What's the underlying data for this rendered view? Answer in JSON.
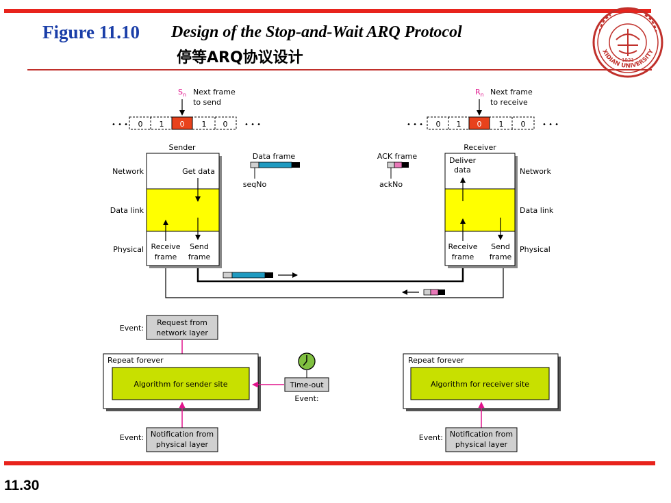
{
  "header": {
    "figure_label": "Figure 11.10",
    "title": "Design of the Stop-and-Wait ARQ Protocol",
    "title_cn": "停等ARQ协议设计"
  },
  "logo": {
    "year": "1931",
    "text": "XIDIAN UNIVERSITY"
  },
  "page_number": "11.30",
  "colors": {
    "top_rule": "#e8231c",
    "bottom_rule": "#e8231c",
    "title_blue": "#1a3ea8",
    "logo_red": "#c0302b",
    "window_current": "#e8421c",
    "data_link_yellow": "#ffff00",
    "algorithm_green": "#c8e000",
    "arrow_magenta": "#e0148c",
    "frame_blue": "#1f9ac0",
    "frame_pink": "#e878b8",
    "event_box_gray": "#d0d0d0",
    "clock_green": "#80c040"
  },
  "sender_window": {
    "var_base": "S",
    "var_sub": "n",
    "label_line1": "Next frame",
    "label_line2": "to send",
    "cells": [
      "0",
      "1",
      "0",
      "1",
      "0"
    ],
    "ellipsis": "• • •"
  },
  "receiver_window": {
    "var_base": "R",
    "var_sub": "n",
    "label_line1": "Next frame",
    "label_line2": "to receive",
    "cells": [
      "0",
      "1",
      "0",
      "1",
      "0"
    ],
    "ellipsis": "• • •"
  },
  "sender": {
    "title": "Sender",
    "layer_network": "Network",
    "layer_datalink": "Data link",
    "layer_physical": "Physical",
    "get_data": "Get data",
    "receive_line1": "Receive",
    "receive_line2": "frame",
    "send_line1": "Send",
    "send_line2": "frame"
  },
  "receiver": {
    "title": "Receiver",
    "layer_network": "Network",
    "layer_datalink": "Data link",
    "layer_physical": "Physical",
    "deliver_line1": "Deliver",
    "deliver_line2": "data",
    "receive_line1": "Receive",
    "receive_line2": "frame",
    "send_line1": "Send",
    "send_line2": "frame"
  },
  "data_frame": {
    "label": "Data frame",
    "field": "seqNo"
  },
  "ack_frame": {
    "label": "ACK frame",
    "field": "ackNo"
  },
  "sender_algorithm": {
    "repeat_label": "Repeat forever",
    "algorithm_label": "Algorithm for sender site",
    "event_top_label": "Event:",
    "event_top_line1": "Request from",
    "event_top_line2": "network layer",
    "event_bottom_label": "Event:",
    "event_bottom_line1": "Notification from",
    "event_bottom_line2": "physical layer",
    "timeout_label": "Time-out",
    "timeout_event": "Event:"
  },
  "receiver_algorithm": {
    "repeat_label": "Repeat forever",
    "algorithm_label": "Algorithm for receiver site",
    "event_bottom_label": "Event:",
    "event_bottom_line1": "Notification from",
    "event_bottom_line2": "physical layer"
  }
}
